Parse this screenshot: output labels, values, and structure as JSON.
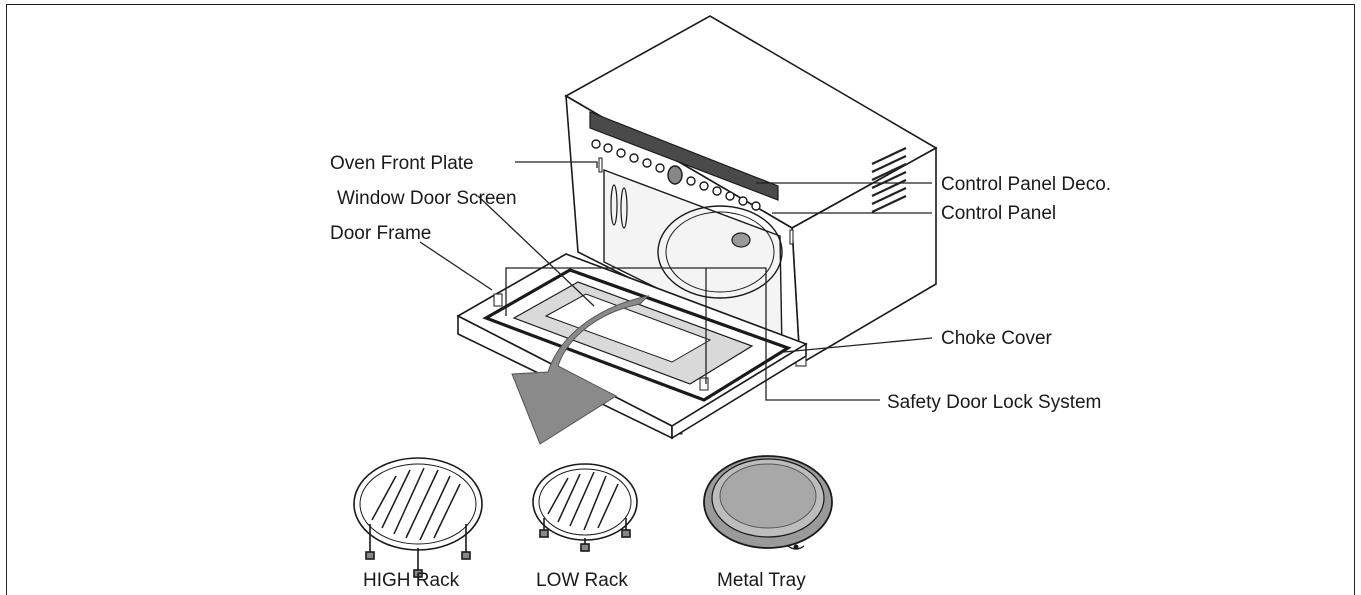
{
  "labels": {
    "oven_front_plate": "Oven Front Plate",
    "window_door_screen": "Window Door Screen",
    "door_frame": "Door Frame",
    "control_panel_deco": "Control Panel Deco.",
    "control_panel": "Control Panel",
    "choke_cover": "Choke Cover",
    "safety_door_lock_system": "Safety Door Lock System",
    "high_rack": "HIGH Rack",
    "low_rack": "LOW Rack",
    "metal_tray": "Metal Tray"
  },
  "colors": {
    "line": "#1a1a1a",
    "body": "#ffffff",
    "control_strip": "#4a4a4a",
    "window": "#d9d9d9",
    "arrow": "#8a8a8a",
    "tray": "#9a9a9a"
  }
}
